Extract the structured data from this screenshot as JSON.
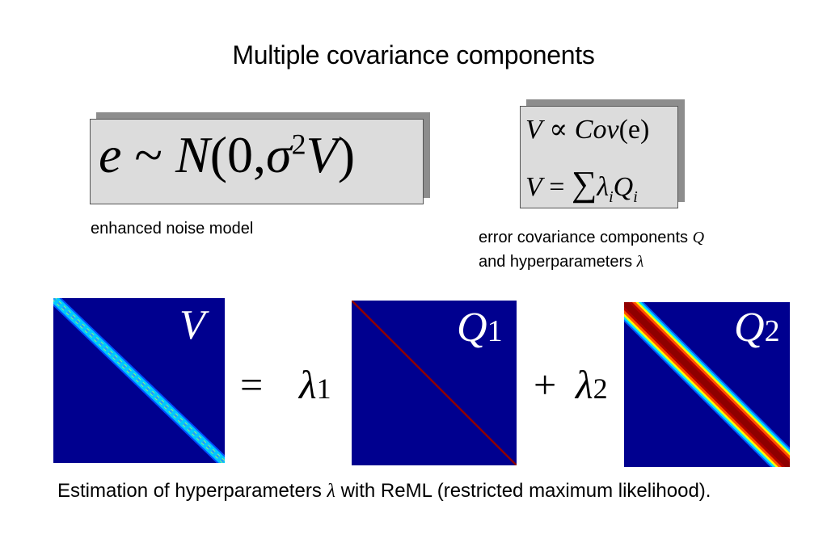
{
  "title": "Multiple covariance components",
  "equations": {
    "noise_model": {
      "lhs": "e",
      "tilde": "~",
      "func": "N",
      "open": "(0,",
      "sigma": "σ",
      "sup": "2",
      "var": "V",
      "close": ")"
    },
    "cov": {
      "line1_V": "V",
      "line1_prop": "∝",
      "line1_rhs": "Cov",
      "line1_paren": "(e)",
      "line2_V": "V",
      "line2_eq": "=",
      "line2_sum": "∑",
      "line2_lambda": "λ",
      "line2_i1": "i",
      "line2_Q": "Q",
      "line2_i2": "i"
    }
  },
  "captions": {
    "noise": "enhanced noise model",
    "components_line1": "error covariance components",
    "components_q": "Q",
    "components_line2": "and hyperparameters",
    "components_lambda": "λ"
  },
  "matrices": {
    "V": {
      "label": "V",
      "sub": ""
    },
    "Q1": {
      "label": "Q",
      "sub": "1"
    },
    "Q2": {
      "label": "Q",
      "sub": "2"
    }
  },
  "operators": {
    "equals": "=",
    "lambda1": "λ",
    "lambda1_sub": "1",
    "plus": "+",
    "lambda2": "λ",
    "lambda2_sub": "2"
  },
  "footer": {
    "before": "Estimation of hyperparameters",
    "lambda": "λ",
    "after": "with ReML (restricted maximum likelihood)."
  },
  "colors": {
    "background": "#00008f",
    "diag_red": "#8f0000"
  }
}
